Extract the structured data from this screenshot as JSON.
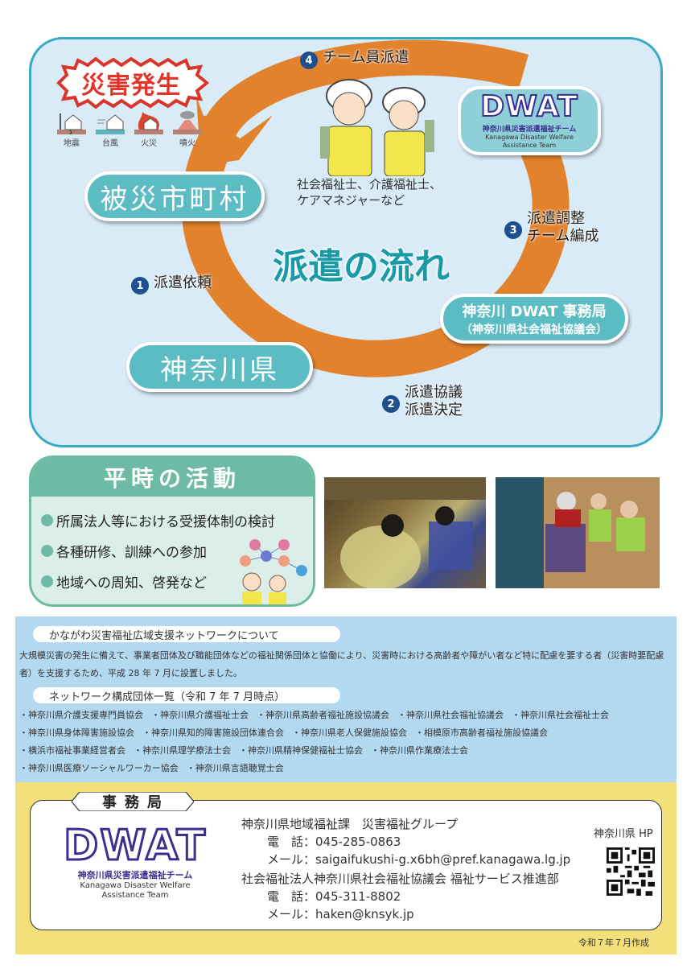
{
  "flow": {
    "disaster_badge": "災害発生",
    "disaster_types": [
      {
        "icon": "earthquake-icon",
        "label": "地震"
      },
      {
        "icon": "typhoon-icon",
        "label": "台風"
      },
      {
        "icon": "fire-icon",
        "label": "火災"
      },
      {
        "icon": "volcano-icon",
        "label": "噴火"
      }
    ],
    "title": "派遣の流れ",
    "nodes": {
      "municipality": "被災市町村",
      "prefecture": "神奈川県",
      "office_line1": "神奈川 DWAT 事務局",
      "office_line2": "（神奈川県社会福祉協議会）"
    },
    "steps": [
      {
        "num": "1",
        "lines": [
          "派遣依頼"
        ]
      },
      {
        "num": "2",
        "lines": [
          "派遣協議",
          "派遣決定"
        ]
      },
      {
        "num": "3",
        "lines": [
          "派遣調整",
          "チーム編成"
        ]
      },
      {
        "num": "4",
        "lines": [
          "チーム員派遣"
        ]
      }
    ],
    "staff_note": [
      "社会福祉士、介護福祉士、",
      "ケアマネジャーなど"
    ],
    "dwat_badge": {
      "word": "DWAT",
      "jp": "神奈川県災害派遣福祉チーム",
      "en_line1": "Kanagawa Disaster Welfare",
      "en_line2": "Assistance Team"
    },
    "colors": {
      "ring": "#e2822c",
      "panel_bg": "#d9ebf7",
      "panel_border": "#3aa9c8",
      "pill": "#5bbcc3",
      "title": "#1a9aa6",
      "step_circle": "#1f4f8c"
    }
  },
  "peacetime": {
    "title": "平時の活動",
    "items": [
      "所属法人等における受援体制の検討",
      "各種研修、訓練への参加",
      "地域への周知、啓発など"
    ],
    "accent": "#6dbba5"
  },
  "network": {
    "about_label": "かながわ災害福祉広域支援ネットワークについて",
    "description": "大規模災害の発生に備えて、事業者団体及び職能団体などの福祉関係団体と協働により、災害時における高齢者や障がい者など特に配慮を要する者（災害時要配慮者）を支援するため、平成 28 年 7 月に設置しました。",
    "members_label": "ネットワーク構成団体一覧（令和 7 年 7 月時点）",
    "member_rows": [
      [
        "・神奈川県介護支援専門員協会",
        "・神奈川県介護福祉士会",
        "・神奈川県高齢者福祉施設協議会",
        "・神奈川県社会福祉協議会",
        "・神奈川県社会福祉士会"
      ],
      [
        "・神奈川県身体障害施設協会",
        "・神奈川県知的障害施設団体連合会",
        "・神奈川県老人保健施設協会",
        "・相模原市高齢者福祉施設協議会"
      ],
      [
        "・横浜市福祉事業経営者会",
        "・神奈川県理学療法士会",
        "・神奈川県精神保健福祉士協会",
        "・神奈川県作業療法士会"
      ],
      [
        "・神奈川県医療ソーシャルワーカー協会",
        "・神奈川県言語聴覚士会"
      ]
    ]
  },
  "office": {
    "tab_label": "事務局",
    "logo": {
      "word": "DWAT",
      "jp": "神奈川県災害派遣福祉チーム",
      "en_line1": "Kanagawa Disaster Welfare",
      "en_line2": "Assistance Team"
    },
    "contacts": [
      {
        "org": "神奈川県地域福祉課　災害福祉グループ",
        "tel_label": "電　話：",
        "tel": "045-285-0863",
        "mail_label": "メール：",
        "mail": "saigaifukushi-g.x6bh@pref.kanagawa.lg.jp"
      },
      {
        "org": "社会福祉法人神奈川県社会福祉協議会  福祉サービス推進部",
        "tel_label": "電　話：",
        "tel": "045-311-8802",
        "mail_label": "メール：",
        "mail": "haken@knsyk.jp"
      }
    ],
    "qr_label": "神奈川県 HP",
    "made_date": "令和７年７月作成"
  }
}
